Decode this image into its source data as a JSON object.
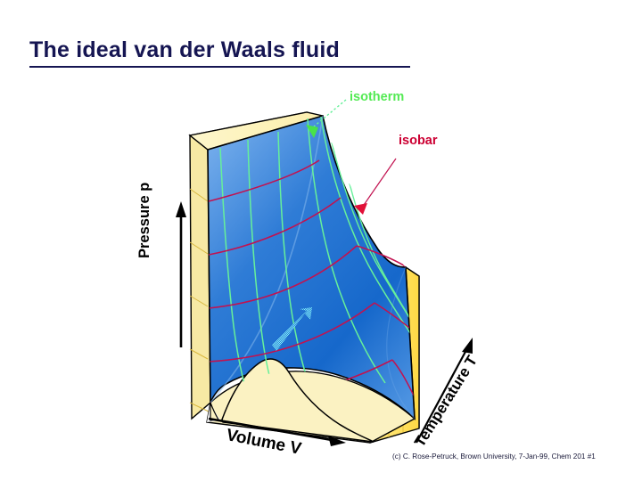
{
  "slide": {
    "title": "The ideal van der Waals fluid",
    "title_color": "#151552",
    "background_color": "#ffffff",
    "credit": "(c) C. Rose-Petruck, Brown University, 7-Jan-99, Chem 201 #1"
  },
  "figure": {
    "kind": "3d-surface-plot",
    "description": "van der Waals pressure-volume-temperature surface",
    "surface_color": "#2f7fd8",
    "surface_highlight_color": "#6fa9e8",
    "box_wall_color": "#fdf3c0",
    "box_side_color": "#ffe46b",
    "outline_color": "#000000",
    "isotherm_color": "#66f09a",
    "isobar_color": "#c21250",
    "pointer_color": "#5fe0e8"
  },
  "callouts": [
    {
      "label": "isotherm",
      "color": "#54ea54"
    },
    {
      "label": "isobar",
      "color": "#cc0033"
    }
  ],
  "axes": [
    {
      "name": "pressure",
      "label": "Pressure p",
      "direction": "up"
    },
    {
      "name": "volume",
      "label": "Volume V",
      "direction": "right"
    },
    {
      "name": "temperature",
      "label": "Temperature T",
      "direction": "up-right"
    }
  ],
  "labels": {
    "isotherm": "isotherm",
    "isobar": "isobar",
    "pressure": "Pressure p",
    "volume": "Volume V",
    "temperature": "Temperature T"
  }
}
